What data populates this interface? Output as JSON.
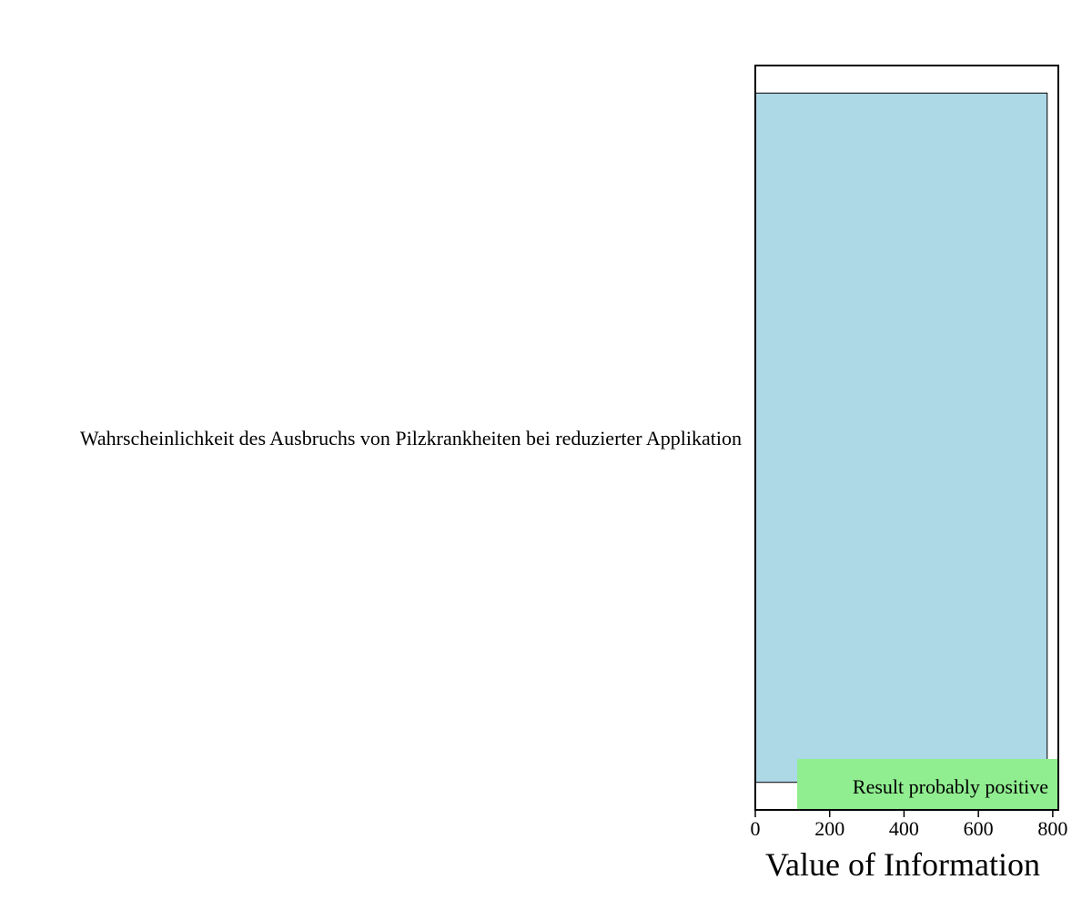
{
  "chart_data": {
    "type": "bar",
    "orientation": "horizontal",
    "categories": [
      "Wahrscheinlichkeit des Ausbruchs von Pilzkrankheiten bei reduzierter Applikation"
    ],
    "values": [
      785
    ],
    "xlabel": "Value of Information",
    "ylabel": "",
    "xlim": [
      0,
      815
    ],
    "xticks": [
      0,
      200,
      400,
      600,
      800
    ],
    "grid": false,
    "legend": {
      "entries": [
        "Result probably positive"
      ],
      "placement": "bottom-right"
    },
    "colors": {
      "bar": "#add8e6",
      "legend_bg": "#90ee90"
    }
  }
}
